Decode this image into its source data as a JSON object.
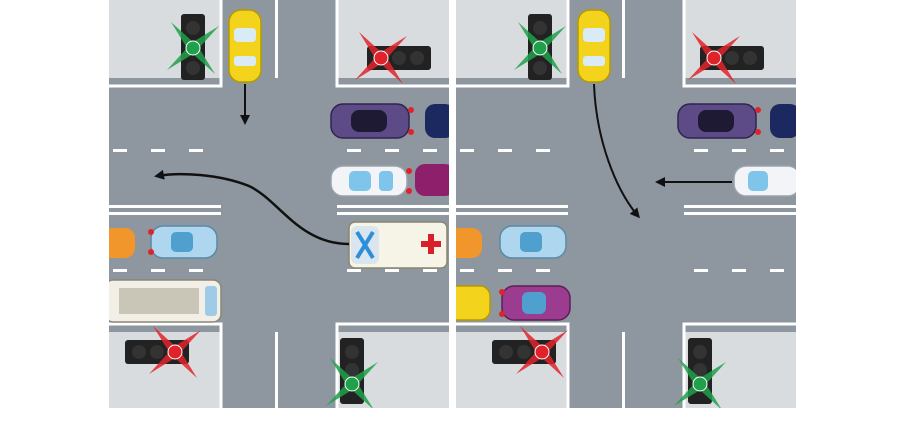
{
  "colors": {
    "road": "#8e979f",
    "sidewalk": "#d9dcdf",
    "curb": "#ffffff",
    "signal_red": "#e0232b",
    "signal_green": "#1fa04a",
    "arrow": "#111111"
  },
  "scenes": [
    {
      "id": "left",
      "signals": [
        {
          "position": "top-left",
          "state": "green"
        },
        {
          "position": "top-right",
          "state": "red"
        },
        {
          "position": "bottom-left",
          "state": "red"
        },
        {
          "position": "bottom-right",
          "state": "green"
        }
      ],
      "vehicles": [
        "yellow-car",
        "purple-car",
        "white-car",
        "magenta-car",
        "ambulance",
        "orange-car",
        "light-blue-car",
        "bus"
      ],
      "arrows": [
        "straight-down",
        "left-turn-from-ambulance"
      ]
    },
    {
      "id": "right",
      "signals": [
        {
          "position": "top-left",
          "state": "green"
        },
        {
          "position": "top-right",
          "state": "red"
        },
        {
          "position": "bottom-left",
          "state": "red"
        },
        {
          "position": "bottom-right",
          "state": "green"
        }
      ],
      "vehicles": [
        "yellow-car",
        "purple-car",
        "white-car",
        "orange-car",
        "light-blue-car",
        "yellow-car-2",
        "magenta-car"
      ],
      "arrows": [
        "curve-down-right",
        "straight-left"
      ]
    }
  ]
}
